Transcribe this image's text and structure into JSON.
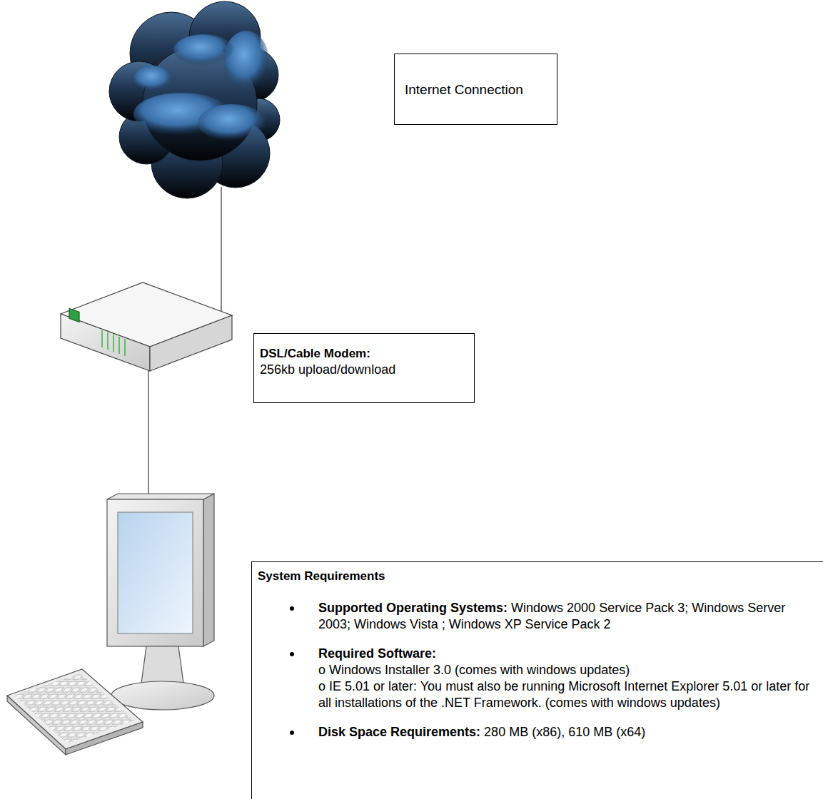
{
  "diagram": {
    "nodes": [
      {
        "text": [
          "Internet Connection"
        ]
      },
      {
        "text": [
          "DSL/Cable Modem:",
          "256kb upload/download"
        ]
      },
      {
        "text": [
          "System Requirements",
          "Supported Operating Systems:",
          "Windows 2000 Service Pack 3; Windows Server 2003; Windows Vista ; Windows XP Service Pack 2",
          "Required Software:",
          "o Windows Installer 3.0 (comes with windows updates)",
          "o IE 5.01 or later: You must also be running Microsoft Internet Explorer 5.01 or later for all installations of the .NET Framework. (comes with windows updates)",
          "Disk Space Requirements:",
          "280 MB (x86), 610 MB (x64)"
        ]
      }
    ]
  }
}
